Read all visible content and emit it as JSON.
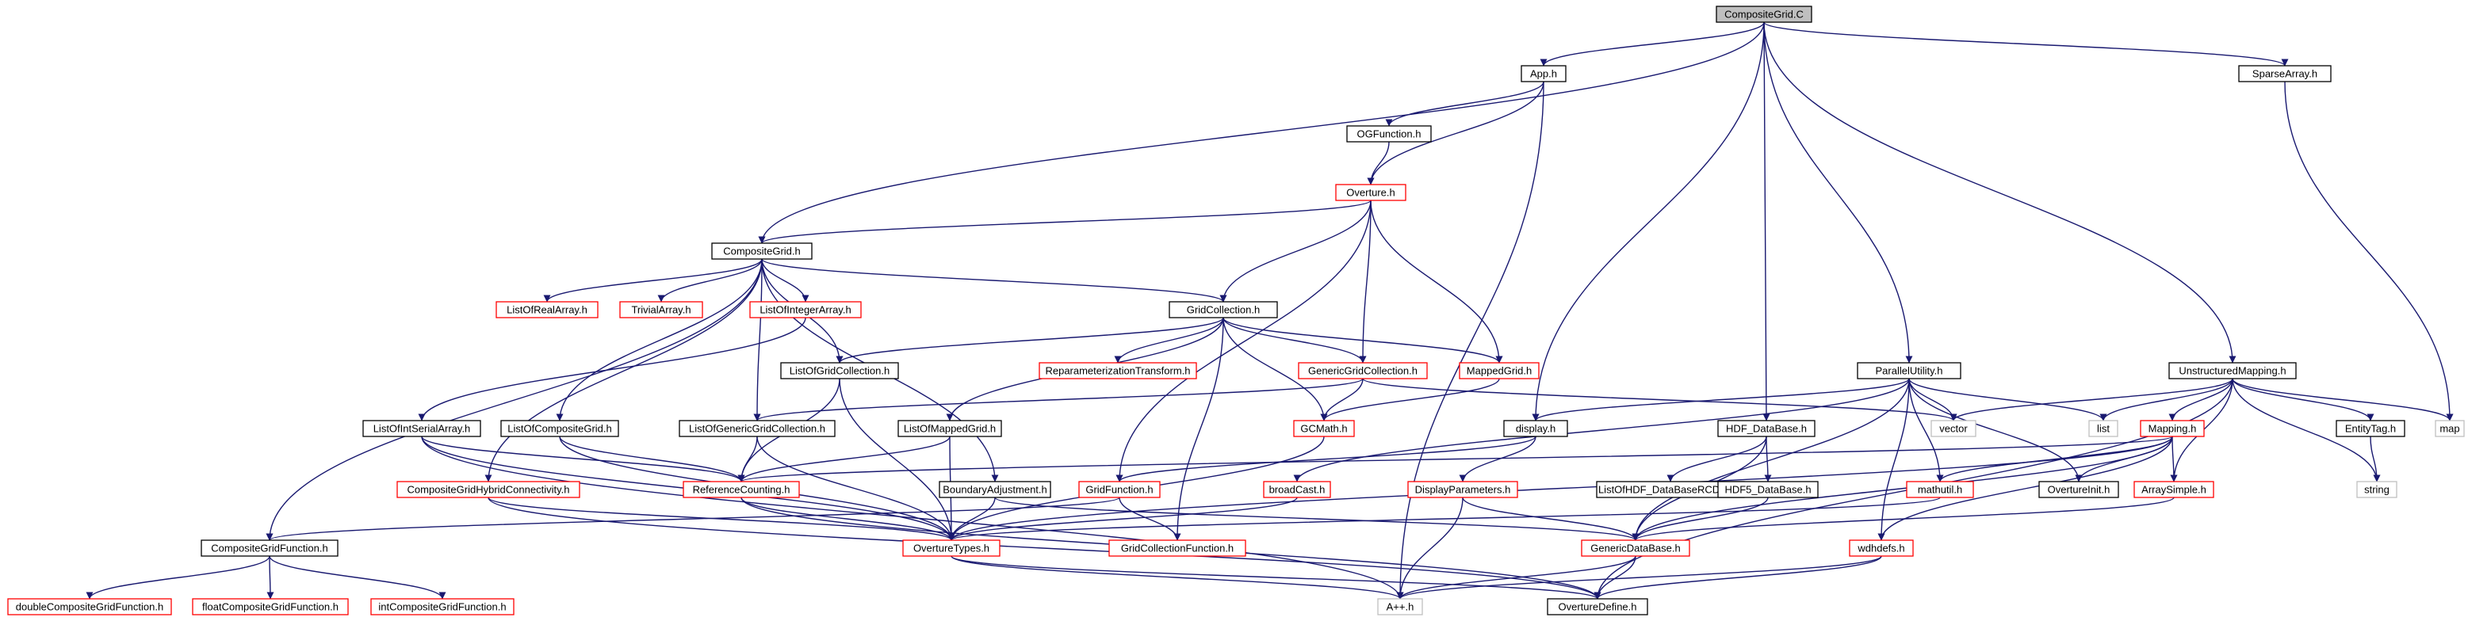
{
  "colors": {
    "edge": "#191970",
    "root_fill": "#bfbfbf",
    "node_border": "#000000",
    "missing_border": "#ff0000",
    "external_border": "#bfbfbf",
    "background": "#ffffff"
  },
  "nodes": [
    {
      "id": "n_compositegrid_c",
      "label": "CompositeGrid.C",
      "style": "root"
    },
    {
      "id": "n_app_h",
      "label": "App.h",
      "style": "normal"
    },
    {
      "id": "n_sparsearray_h",
      "label": "SparseArray.h",
      "style": "normal"
    },
    {
      "id": "n_ogfunction_h",
      "label": "OGFunction.h",
      "style": "normal"
    },
    {
      "id": "n_overture_h",
      "label": "Overture.h",
      "style": "missing"
    },
    {
      "id": "n_compositegrid_h",
      "label": "CompositeGrid.h",
      "style": "normal"
    },
    {
      "id": "n_listofrealarray_h",
      "label": "ListOfRealArray.h",
      "style": "missing"
    },
    {
      "id": "n_trivialarray_h",
      "label": "TrivialArray.h",
      "style": "missing"
    },
    {
      "id": "n_listofintegerarray_h",
      "label": "ListOfIntegerArray.h",
      "style": "missing"
    },
    {
      "id": "n_gridcollection_h",
      "label": "GridCollection.h",
      "style": "normal"
    },
    {
      "id": "n_listofgridcollection_h",
      "label": "ListOfGridCollection.h",
      "style": "normal"
    },
    {
      "id": "n_reparameterizationtransform_h",
      "label": "ReparameterizationTransform.h",
      "style": "missing"
    },
    {
      "id": "n_genericgridcollection_h",
      "label": "GenericGridCollection.h",
      "style": "missing"
    },
    {
      "id": "n_mappedgrid_h",
      "label": "MappedGrid.h",
      "style": "missing"
    },
    {
      "id": "n_parallelutility_h",
      "label": "ParallelUtility.h",
      "style": "normal"
    },
    {
      "id": "n_unstructuredmapping_h",
      "label": "UnstructuredMapping.h",
      "style": "normal"
    },
    {
      "id": "n_listofintserialarray_h",
      "label": "ListOfIntSerialArray.h",
      "style": "normal"
    },
    {
      "id": "n_listofcompositegrid_h",
      "label": "ListOfCompositeGrid.h",
      "style": "normal"
    },
    {
      "id": "n_listofgenericgridcollection_h",
      "label": "ListOfGenericGridCollection.h",
      "style": "normal"
    },
    {
      "id": "n_listofmappedgrid_h",
      "label": "ListOfMappedGrid.h",
      "style": "normal"
    },
    {
      "id": "n_gcmath_h",
      "label": "GCMath.h",
      "style": "missing"
    },
    {
      "id": "n_display_h",
      "label": "display.h",
      "style": "normal"
    },
    {
      "id": "n_hdf_database_h",
      "label": "HDF_DataBase.h",
      "style": "normal"
    },
    {
      "id": "n_vector",
      "label": "vector",
      "style": "external"
    },
    {
      "id": "n_list",
      "label": "list",
      "style": "external"
    },
    {
      "id": "n_mapping_h",
      "label": "Mapping.h",
      "style": "missing"
    },
    {
      "id": "n_entitytag_h",
      "label": "EntityTag.h",
      "style": "normal"
    },
    {
      "id": "n_map",
      "label": "map",
      "style": "external"
    },
    {
      "id": "n_compositegridhybridconnectivity_h",
      "label": "CompositeGridHybridConnectivity.h",
      "style": "missing"
    },
    {
      "id": "n_referencecounting_h",
      "label": "ReferenceCounting.h",
      "style": "missing"
    },
    {
      "id": "n_boundaryadjustment_h",
      "label": "BoundaryAdjustment.h",
      "style": "normal"
    },
    {
      "id": "n_gridfunction_h",
      "label": "GridFunction.h",
      "style": "missing"
    },
    {
      "id": "n_broadcast_h",
      "label": "broadCast.h",
      "style": "missing"
    },
    {
      "id": "n_displayparameters_h",
      "label": "DisplayParameters.h",
      "style": "missing"
    },
    {
      "id": "n_listofhdf_databasercdata_h",
      "label": "ListOfHDF_DataBaseRCData.h",
      "style": "normal"
    },
    {
      "id": "n_hdf5_database_h",
      "label": "HDF5_DataBase.h",
      "style": "normal"
    },
    {
      "id": "n_mathutil_h",
      "label": "mathutil.h",
      "style": "missing"
    },
    {
      "id": "n_overtureinit_h",
      "label": "OvertureInit.h",
      "style": "normal"
    },
    {
      "id": "n_arraysimple_h",
      "label": "ArraySimple.h",
      "style": "missing"
    },
    {
      "id": "n_string",
      "label": "string",
      "style": "external"
    },
    {
      "id": "n_compositegridfunction_h",
      "label": "CompositeGridFunction.h",
      "style": "normal"
    },
    {
      "id": "n_overturetypes_h",
      "label": "OvertureTypes.h",
      "style": "missing"
    },
    {
      "id": "n_gridcollectionfunction_h",
      "label": "GridCollectionFunction.h",
      "style": "missing"
    },
    {
      "id": "n_genericdatabase_h",
      "label": "GenericDataBase.h",
      "style": "missing"
    },
    {
      "id": "n_wdhdefs_h",
      "label": "wdhdefs.h",
      "style": "missing"
    },
    {
      "id": "n_doublecompositegridfunction_h",
      "label": "doubleCompositeGridFunction.h",
      "style": "missing"
    },
    {
      "id": "n_floatcompositegridfunction_h",
      "label": "floatCompositeGridFunction.h",
      "style": "missing"
    },
    {
      "id": "n_intcompositegridfunction_h",
      "label": "intCompositeGridFunction.h",
      "style": "missing"
    },
    {
      "id": "n_app_plus_h",
      "label": "A++.h",
      "style": "external"
    },
    {
      "id": "n_overturedefine_h",
      "label": "OvertureDefine.h",
      "style": "normal"
    }
  ],
  "edges": [
    [
      "n_compositegrid_c",
      "n_app_h"
    ],
    [
      "n_compositegrid_c",
      "n_sparsearray_h"
    ],
    [
      "n_compositegrid_c",
      "n_compositegrid_h"
    ],
    [
      "n_compositegrid_c",
      "n_display_h"
    ],
    [
      "n_compositegrid_c",
      "n_hdf_database_h"
    ],
    [
      "n_compositegrid_c",
      "n_parallelutility_h"
    ],
    [
      "n_compositegrid_c",
      "n_unstructuredmapping_h"
    ],
    [
      "n_app_h",
      "n_ogfunction_h"
    ],
    [
      "n_app_h",
      "n_overture_h"
    ],
    [
      "n_app_h",
      "n_app_plus_h"
    ],
    [
      "n_ogfunction_h",
      "n_overture_h"
    ],
    [
      "n_overture_h",
      "n_compositegrid_h"
    ],
    [
      "n_overture_h",
      "n_gridcollection_h"
    ],
    [
      "n_overture_h",
      "n_genericgridcollection_h"
    ],
    [
      "n_overture_h",
      "n_mappedgrid_h"
    ],
    [
      "n_overture_h",
      "n_gridfunction_h"
    ],
    [
      "n_sparsearray_h",
      "n_map"
    ],
    [
      "n_compositegrid_h",
      "n_listofrealarray_h"
    ],
    [
      "n_compositegrid_h",
      "n_trivialarray_h"
    ],
    [
      "n_compositegrid_h",
      "n_listofintegerarray_h"
    ],
    [
      "n_compositegrid_h",
      "n_gridcollection_h"
    ],
    [
      "n_compositegrid_h",
      "n_listofgridcollection_h"
    ],
    [
      "n_compositegrid_h",
      "n_listofcompositegrid_h"
    ],
    [
      "n_compositegrid_h",
      "n_listofgenericgridcollection_h"
    ],
    [
      "n_compositegrid_h",
      "n_compositegridhybridconnectivity_h"
    ],
    [
      "n_compositegrid_h",
      "n_boundaryadjustment_h"
    ],
    [
      "n_compositegrid_h",
      "n_compositegridfunction_h"
    ],
    [
      "n_listofintegerarray_h",
      "n_listofintserialarray_h"
    ],
    [
      "n_gridcollection_h",
      "n_listofgridcollection_h"
    ],
    [
      "n_gridcollection_h",
      "n_reparameterizationtransform_h"
    ],
    [
      "n_gridcollection_h",
      "n_genericgridcollection_h"
    ],
    [
      "n_gridcollection_h",
      "n_mappedgrid_h"
    ],
    [
      "n_gridcollection_h",
      "n_listofmappedgrid_h"
    ],
    [
      "n_gridcollection_h",
      "n_gcmath_h"
    ],
    [
      "n_gridcollection_h",
      "n_gridcollectionfunction_h"
    ],
    [
      "n_genericgridcollection_h",
      "n_listofgenericgridcollection_h"
    ],
    [
      "n_genericgridcollection_h",
      "n_gcmath_h"
    ],
    [
      "n_genericgridcollection_h",
      "n_vector"
    ],
    [
      "n_mappedgrid_h",
      "n_gcmath_h"
    ],
    [
      "n_listofgridcollection_h",
      "n_referencecounting_h"
    ],
    [
      "n_listofgridcollection_h",
      "n_overturetypes_h"
    ],
    [
      "n_listofintserialarray_h",
      "n_referencecounting_h"
    ],
    [
      "n_listofintserialarray_h",
      "n_overturetypes_h"
    ],
    [
      "n_listofintserialarray_h",
      "n_app_plus_h"
    ],
    [
      "n_listofcompositegrid_h",
      "n_referencecounting_h"
    ],
    [
      "n_listofcompositegrid_h",
      "n_overturetypes_h"
    ],
    [
      "n_listofgenericgridcollection_h",
      "n_referencecounting_h"
    ],
    [
      "n_listofgenericgridcollection_h",
      "n_overturetypes_h"
    ],
    [
      "n_listofmappedgrid_h",
      "n_referencecounting_h"
    ],
    [
      "n_listofmappedgrid_h",
      "n_overturetypes_h"
    ],
    [
      "n_gcmath_h",
      "n_overturetypes_h"
    ],
    [
      "n_compositegridhybridconnectivity_h",
      "n_overturetypes_h"
    ],
    [
      "n_compositegridhybridconnectivity_h",
      "n_overturedefine_h"
    ],
    [
      "n_referencecounting_h",
      "n_overturetypes_h"
    ],
    [
      "n_referencecounting_h",
      "n_overturedefine_h"
    ],
    [
      "n_boundaryadjustment_h",
      "n_overturetypes_h"
    ],
    [
      "n_boundaryadjustment_h",
      "n_genericdatabase_h"
    ],
    [
      "n_gridfunction_h",
      "n_gridcollectionfunction_h"
    ],
    [
      "n_gridfunction_h",
      "n_compositegridfunction_h"
    ],
    [
      "n_broadcast_h",
      "n_overturetypes_h"
    ],
    [
      "n_display_h",
      "n_displayparameters_h"
    ],
    [
      "n_display_h",
      "n_gridfunction_h"
    ],
    [
      "n_displayparameters_h",
      "n_genericdatabase_h"
    ],
    [
      "n_displayparameters_h",
      "n_app_plus_h"
    ],
    [
      "n_parallelutility_h",
      "n_display_h"
    ],
    [
      "n_parallelutility_h",
      "n_broadcast_h"
    ],
    [
      "n_parallelutility_h",
      "n_mathutil_h"
    ],
    [
      "n_parallelutility_h",
      "n_genericdatabase_h"
    ],
    [
      "n_parallelutility_h",
      "n_wdhdefs_h"
    ],
    [
      "n_parallelutility_h",
      "n_overtureinit_h"
    ],
    [
      "n_parallelutility_h",
      "n_vector"
    ],
    [
      "n_parallelutility_h",
      "n_list"
    ],
    [
      "n_hdf_database_h",
      "n_listofhdf_databasercdata_h"
    ],
    [
      "n_hdf_database_h",
      "n_hdf5_database_h"
    ],
    [
      "n_hdf_database_h",
      "n_genericdatabase_h"
    ],
    [
      "n_hdf5_database_h",
      "n_genericdatabase_h"
    ],
    [
      "n_mathutil_h",
      "n_overturetypes_h"
    ],
    [
      "n_unstructuredmapping_h",
      "n_mapping_h"
    ],
    [
      "n_unstructuredmapping_h",
      "n_entitytag_h"
    ],
    [
      "n_unstructuredmapping_h",
      "n_vector"
    ],
    [
      "n_unstructuredmapping_h",
      "n_list"
    ],
    [
      "n_unstructuredmapping_h",
      "n_map"
    ],
    [
      "n_unstructuredmapping_h",
      "n_string"
    ],
    [
      "n_unstructuredmapping_h",
      "n_arraysimple_h"
    ],
    [
      "n_unstructuredmapping_h",
      "n_overturedefine_h"
    ],
    [
      "n_mapping_h",
      "n_referencecounting_h"
    ],
    [
      "n_mapping_h",
      "n_mathutil_h"
    ],
    [
      "n_mapping_h",
      "n_overtureinit_h"
    ],
    [
      "n_mapping_h",
      "n_arraysimple_h"
    ],
    [
      "n_mapping_h",
      "n_genericdatabase_h"
    ],
    [
      "n_mapping_h",
      "n_wdhdefs_h"
    ],
    [
      "n_mapping_h",
      "n_overturetypes_h"
    ],
    [
      "n_arraysimple_h",
      "n_genericdatabase_h"
    ],
    [
      "n_entitytag_h",
      "n_string"
    ],
    [
      "n_compositegridfunction_h",
      "n_doublecompositegridfunction_h"
    ],
    [
      "n_compositegridfunction_h",
      "n_floatcompositegridfunction_h"
    ],
    [
      "n_compositegridfunction_h",
      "n_intcompositegridfunction_h"
    ],
    [
      "n_overturetypes_h",
      "n_app_plus_h"
    ],
    [
      "n_overturetypes_h",
      "n_overturedefine_h"
    ],
    [
      "n_genericdatabase_h",
      "n_app_plus_h"
    ],
    [
      "n_genericdatabase_h",
      "n_overturedefine_h"
    ],
    [
      "n_wdhdefs_h",
      "n_app_plus_h"
    ],
    [
      "n_wdhdefs_h",
      "n_overturedefine_h"
    ]
  ]
}
